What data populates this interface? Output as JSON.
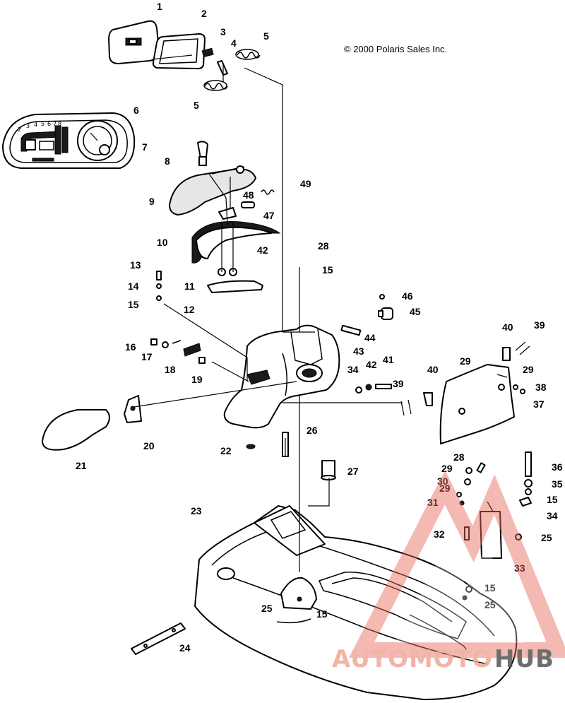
{
  "copyright": "© 2000 Polaris Sales Inc.",
  "gauge_scale": [
    "2",
    "3",
    "4",
    "5",
    "6",
    "7",
    "8"
  ],
  "watermark": {
    "text_a": "AUTOMOTO",
    "text_b": "HUB",
    "color_a": "#f0a898",
    "color_b": "#555555"
  },
  "callouts": {
    "c1": "1",
    "c2": "2",
    "c3": "3",
    "c4": "4",
    "c5a": "5",
    "c5b": "5",
    "c6": "6",
    "c7": "7",
    "c8": "8",
    "c9": "9",
    "c10": "10",
    "c11": "11",
    "c12": "12",
    "c13": "13",
    "c14": "14",
    "c15a": "15",
    "c15b": "15",
    "c15c": "15",
    "c15d": "15",
    "c15e": "15",
    "c16": "16",
    "c17": "17",
    "c18": "18",
    "c19": "19",
    "c20": "20",
    "c21": "21",
    "c22": "22",
    "c23": "23",
    "c24": "24",
    "c25a": "25",
    "c25b": "25",
    "c25c": "25",
    "c26": "26",
    "c27": "27",
    "c28a": "28",
    "c28b": "28",
    "c29a": "29",
    "c29b": "29",
    "c29c": "29",
    "c29d": "29",
    "c30": "30",
    "c31": "31",
    "c32": "32",
    "c33": "33",
    "c34a": "34",
    "c34b": "34",
    "c35": "35",
    "c36": "36",
    "c37": "37",
    "c38": "38",
    "c39a": "39",
    "c39b": "39",
    "c40a": "40",
    "c40b": "40",
    "c41": "41",
    "c42a": "42",
    "c42b": "42",
    "c43": "43",
    "c44": "44",
    "c45": "45",
    "c46": "46",
    "c47": "47",
    "c48": "48",
    "c49": "49"
  }
}
